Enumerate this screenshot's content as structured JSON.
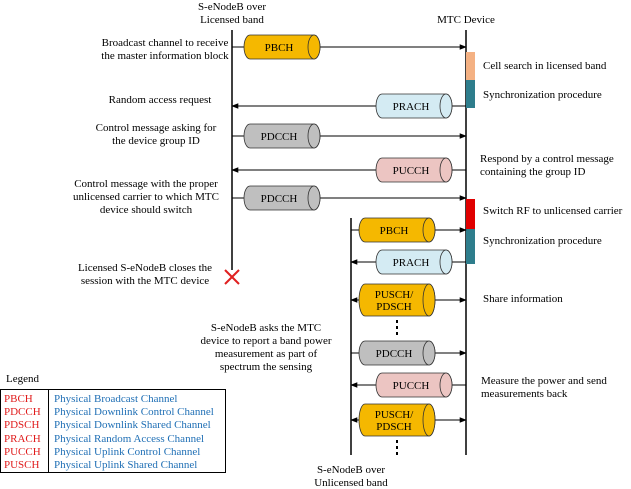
{
  "colors": {
    "pbch": "#f5b800",
    "pdcch": "#bfbfbf",
    "prach": "#d4ebf3",
    "pucch": "#ecc5c2",
    "orange_block": "#f4b183",
    "teal_block": "#2e7d8c",
    "red_block": "#e00000",
    "cross": "#e02020",
    "legend_abbr": "#e01b1b",
    "legend_desc": "#1f6fb5"
  },
  "entities": {
    "licensed_enb": [
      "S-eNodeB over",
      "Licensed band"
    ],
    "mtc_device": "MTC Device",
    "unlicensed_enb": [
      "S-eNodeB over",
      "Unlicensed band"
    ]
  },
  "messages": [
    {
      "channel": "PBCH",
      "icon": "cylinder-icon"
    },
    {
      "channel": "PRACH",
      "icon": "cylinder-icon"
    },
    {
      "channel": "PDCCH",
      "icon": "cylinder-icon"
    },
    {
      "channel": "PUCCH",
      "icon": "cylinder-icon"
    },
    {
      "channel": "PDCCH",
      "icon": "cylinder-icon"
    },
    {
      "channel": "PBCH",
      "icon": "cylinder-icon"
    },
    {
      "channel": "PRACH",
      "icon": "cylinder-icon"
    },
    {
      "channel": "PUSCH/\nPDSCH",
      "icon": "cylinder-icon"
    },
    {
      "channel": "PDCCH",
      "icon": "cylinder-icon"
    },
    {
      "channel": "PUCCH",
      "icon": "cylinder-icon"
    },
    {
      "channel": "PUSCH/\nPDSCH",
      "icon": "cylinder-icon"
    }
  ],
  "left_annotations": [
    [
      "Broadcast channel to receive",
      "the master information block"
    ],
    [
      "Random access request"
    ],
    [
      "Control message asking for",
      "the device group ID"
    ],
    [
      "Control message with the proper",
      "unlicensed carrier to which MTC",
      "device should switch"
    ],
    [
      "Licensed S-eNodeB closes the",
      "session with the MTC device"
    ],
    [
      "S-eNodeB asks the MTC",
      "device to report a band power",
      "measurement as part of",
      "spectrum the sensing"
    ]
  ],
  "right_annotations": [
    [
      "Cell search in licensed band"
    ],
    [
      "Synchronization procedure"
    ],
    [
      "Respond by a control message",
      "containing the group ID"
    ],
    [
      "Switch RF to unlicensed carrier"
    ],
    [
      "Synchronization procedure"
    ],
    [
      "Share information"
    ],
    [
      "Measure the power and send",
      "measurements back"
    ]
  ],
  "legend": {
    "title": "Legend",
    "items": [
      {
        "abbr": "PBCH",
        "desc": "Physical Broadcast Channel"
      },
      {
        "abbr": "PDCCH",
        "desc": "Physical Downlink Control Channel"
      },
      {
        "abbr": "PDSCH",
        "desc": "Physical Downlink Shared Channel"
      },
      {
        "abbr": "PRACH",
        "desc": "Physical Random Access Channel"
      },
      {
        "abbr": "PUCCH",
        "desc": "Physical Uplink Control Channel"
      },
      {
        "abbr": "PUSCH",
        "desc": "Physical Uplink Shared Channel"
      }
    ]
  }
}
